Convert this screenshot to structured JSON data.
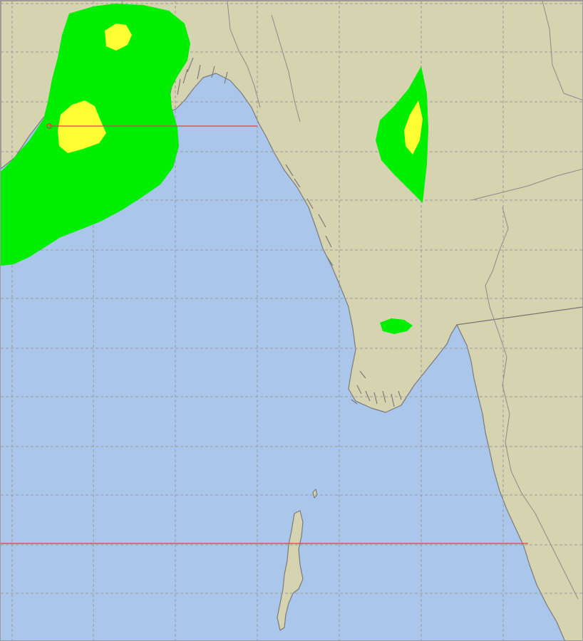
{
  "map": {
    "colors": {
      "ocean": "#aac6ea",
      "land": "#d6d3b1",
      "coastline": "#7a7a7a",
      "grid": "#9a9a9a",
      "contour_low": "#00ee00",
      "contour_high": "#ffff33",
      "route": "#e04040"
    },
    "grid": {
      "style": "dashed",
      "visible": true
    },
    "contours": [
      {
        "id": "bengal-west",
        "level_color": "contour_low"
      },
      {
        "id": "bengal-west-core-north",
        "level_color": "contour_high"
      },
      {
        "id": "bengal-west-core-south",
        "level_color": "contour_high"
      },
      {
        "id": "myanmar-north",
        "level_color": "contour_low"
      },
      {
        "id": "myanmar-north-core",
        "level_color": "contour_high"
      },
      {
        "id": "myanmar-south-patch",
        "level_color": "contour_low"
      }
    ],
    "routes": [
      {
        "id": "route-north",
        "marker": "circle-start"
      },
      {
        "id": "route-south",
        "marker": "none"
      }
    ]
  }
}
